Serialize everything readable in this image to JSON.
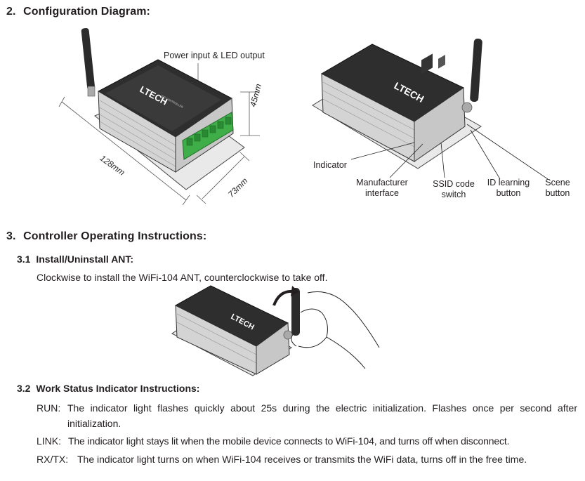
{
  "section2": {
    "number": "2.",
    "title": "Configuration Diagram:"
  },
  "diagram": {
    "power_label": "Power input & LED output",
    "height_dim": "45mm",
    "length_dim": "128mm",
    "width_dim": "73mm",
    "indicator": "Indicator",
    "manufacturer_line1": "Manufacturer",
    "manufacturer_line2": "interface",
    "ssid_line1": "SSID code",
    "ssid_line2": "switch",
    "id_line1": "ID learning",
    "id_line2": "button",
    "scene_line1": "Scene",
    "scene_line2": "button",
    "brand": "LTECH",
    "device_subtitle": "LED CONTROLLER"
  },
  "section3": {
    "number": "3.",
    "title": "Controller Operating Instructions:"
  },
  "s31": {
    "number": "3.1",
    "title": "Install/Uninstall ANT:",
    "text": "Clockwise to install the WiFi-104 ANT, counterclockwise to take off."
  },
  "s32": {
    "number": "3.2",
    "title": "Work Status Indicator Instructions:",
    "items": [
      {
        "key": "RUN:",
        "text": "The indicator light flashes quickly about 25s during the electric initialization. Flashes once per second after initialization."
      },
      {
        "key": "LINK:",
        "text": "The indicator light stays lit when the mobile device connects to WiFi-104, and turns off when disconnect."
      },
      {
        "key": "RX/TX:",
        "text": "The indicator light turns on when WiFi-104 receives or transmits the WiFi data, turns off in the free time."
      }
    ]
  },
  "colors": {
    "text": "#231f20",
    "terminal_green": "#3fae49",
    "antenna": "#2b2b2b",
    "body_gray": "#d9d9d9"
  }
}
